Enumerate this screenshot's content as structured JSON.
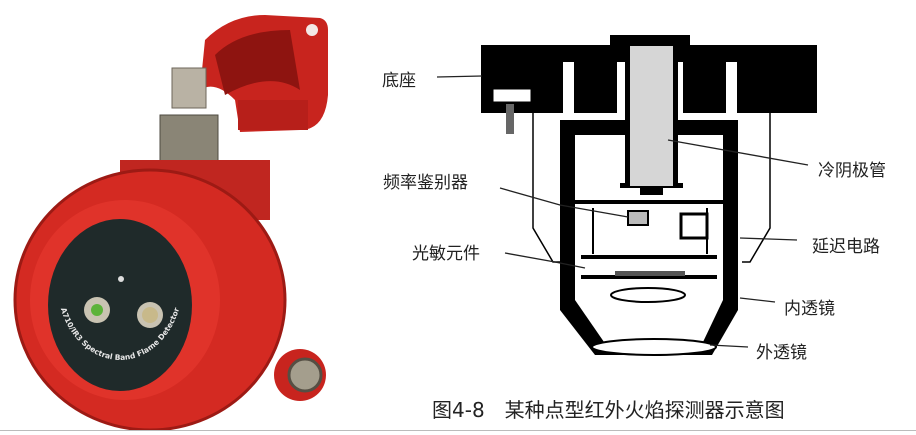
{
  "figure": {
    "caption": "图4-8　某种点型红外火焰探测器示意图",
    "photo": {
      "product_label": "A710/IR3 Spectral Band Flame Detector",
      "body_color": "#d42a22",
      "face_color": "#1f2a2a"
    },
    "diagram_labels": {
      "base": "底座",
      "cold_cathode_tube": "冷阴极管",
      "frequency_discriminator": "频率鉴别器",
      "delay_circuit": "延迟电路",
      "photosensitive_element": "光敏元件",
      "inner_lens": "内透镜",
      "outer_lens": "外透镜"
    }
  }
}
